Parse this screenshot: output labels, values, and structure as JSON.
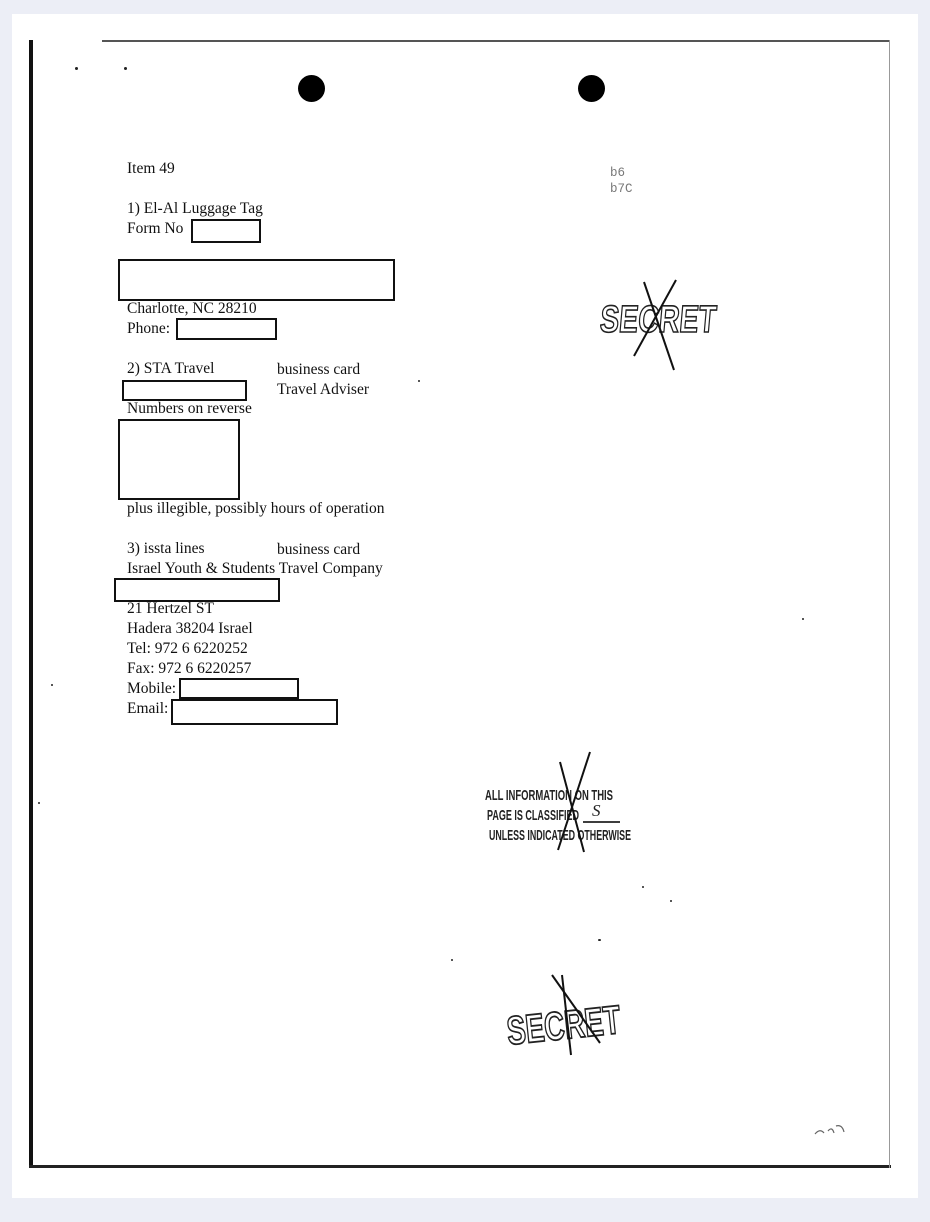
{
  "document": {
    "item_title": "Item 49",
    "exemptions": [
      "b6",
      "b7C"
    ],
    "entry1": {
      "heading": "1) El-Al Luggage Tag",
      "form_label": "Form No",
      "city_line": "Charlotte, NC 28210",
      "phone_label": "Phone:"
    },
    "entry2": {
      "heading": "2) STA Travel",
      "card_label": "business card",
      "role": "Travel Adviser",
      "numbers_note": "Numbers on reverse",
      "illegible_note": "plus illegible, possibly hours of operation"
    },
    "entry3": {
      "heading": "3) issta lines",
      "card_label": "business card",
      "company": "Israel Youth & Students Travel Company",
      "street": "21 Hertzel ST",
      "city": "Hadera 38204 Israel",
      "tel": "Tel: 972 6 6220252",
      "fax": "Fax: 972 6 6220257",
      "mobile_label": "Mobile:",
      "email_label": "Email:"
    },
    "stamps": {
      "secret": "SECRET",
      "classified_line1": "ALL INFORMATION ON THIS",
      "classified_line2": "PAGE IS CLASSIFIED",
      "classified_mark": "S",
      "classified_line3": "UNLESS INDICATED OTHERWISE"
    }
  }
}
